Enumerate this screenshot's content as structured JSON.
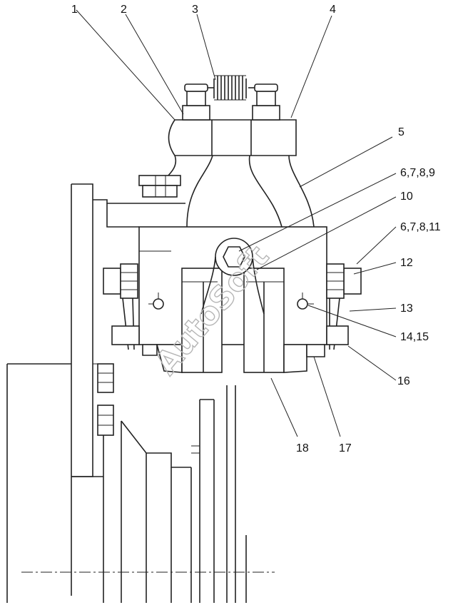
{
  "callouts": [
    {
      "label": "1"
    },
    {
      "label": "2"
    },
    {
      "label": "3"
    },
    {
      "label": "4"
    },
    {
      "label": "5"
    },
    {
      "label": "6,7,8,9"
    },
    {
      "label": "10"
    },
    {
      "label": "6,7,8,11"
    },
    {
      "label": "12"
    },
    {
      "label": "13"
    },
    {
      "label": "14,15"
    },
    {
      "label": "16"
    },
    {
      "label": "17"
    },
    {
      "label": "18"
    }
  ],
  "watermark": {
    "text": "AutoSoft"
  },
  "colors": {
    "line": "#222222",
    "watermark": "#b5b5b5",
    "background": "#ffffff"
  }
}
